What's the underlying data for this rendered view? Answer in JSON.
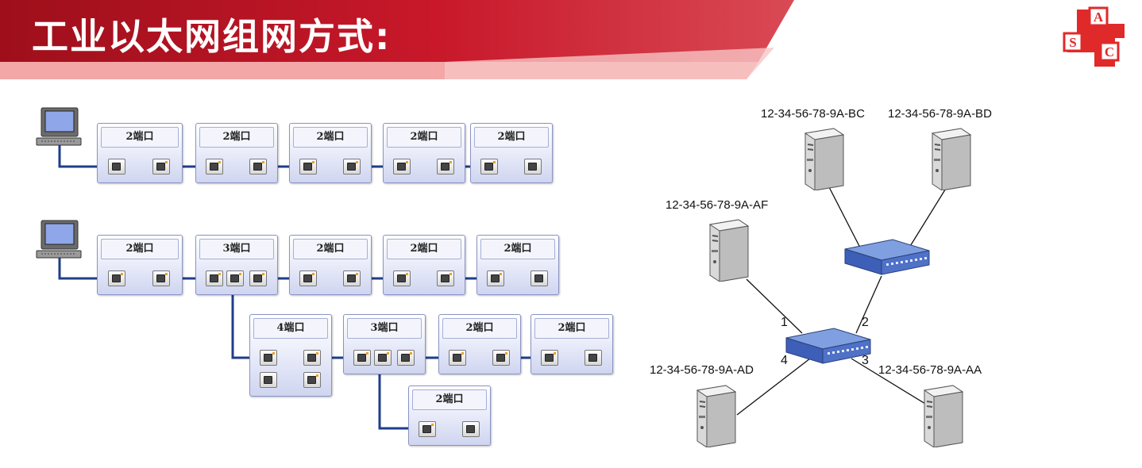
{
  "slide": {
    "title": "工业以太网组网方式:",
    "logo_text": "ASC"
  },
  "line_topology": {
    "device_labels": [
      "2端口",
      "2端口",
      "2端口",
      "2端口",
      "2端口"
    ]
  },
  "tree_topology": {
    "row1_labels": [
      "2端口",
      "3端口",
      "2端口",
      "2端口",
      "2端口"
    ],
    "row2_labels": [
      "4端口",
      "3端口",
      "2端口",
      "2端口"
    ],
    "row3_labels": [
      "2端口"
    ]
  },
  "star_topology": {
    "host_top_left": "12-34-56-78-9A-BC",
    "host_top_right": "12-34-56-78-9A-BD",
    "host_left": "12-34-56-78-9A-AF",
    "host_bottom_left": "12-34-56-78-9A-AD",
    "host_bottom_right": "12-34-56-78-9A-AA",
    "port_numbers": [
      "1",
      "2",
      "3",
      "4"
    ]
  },
  "colors": {
    "header_red": "#b3121f",
    "header_light": "#f0a9a9",
    "cable_blue": "#1f3d8a",
    "device_border": "#8a94c4"
  }
}
